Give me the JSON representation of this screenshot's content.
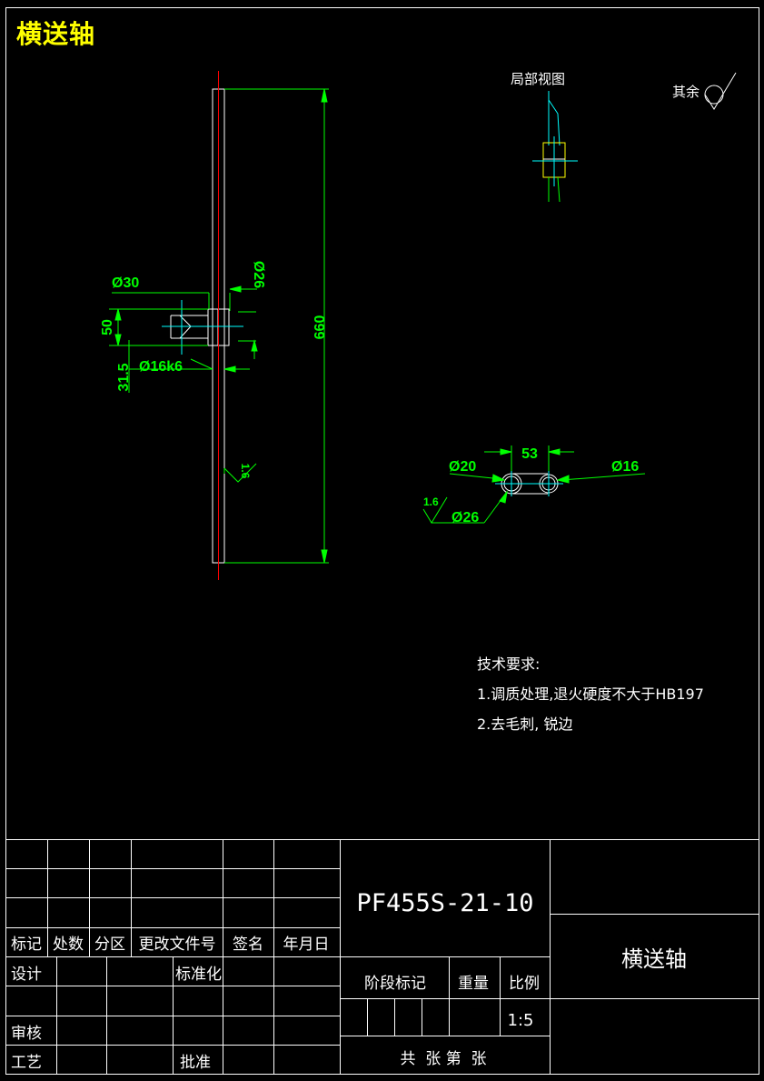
{
  "drawing_title": "横送轴",
  "detail_view_label": "局部视图",
  "surface_finish_note": "其余",
  "dimensions": {
    "dia_30": "Ø30",
    "dia_26_top": "Ø26",
    "len_50": "50",
    "len_31_5": "31.5",
    "dia_16k6": "Ø16k6",
    "len_660": "660",
    "roughness_1_6_shaft": "1.6",
    "spacing_53": "53",
    "dia_20": "Ø20",
    "dia_16_right": "Ø16",
    "roughness_1_6_section": "1.6",
    "dia_26_bottom": "Ø26"
  },
  "tech_requirements": {
    "heading": "技术要求:",
    "item1": "1.调质处理,退火硬度不大于HB197",
    "item2": "2.去毛刺, 锐边"
  },
  "title_block": {
    "headers": [
      "标记",
      "处数",
      "分区",
      "更改文件号",
      "签名",
      "年月日"
    ],
    "design": "设计",
    "standardize": "标准化",
    "review": "审核",
    "process": "工艺",
    "approve": "批准",
    "drawing_number": "PF455S-21-10",
    "stage_mark": "阶段标记",
    "weight": "重量",
    "scale_label": "比例",
    "scale_value": "1:5",
    "sheets": "共  张 第  张",
    "part_name": "横送轴"
  },
  "colors": {
    "background": "#000000",
    "frame": "#ffffff",
    "dimension": "#00ff00",
    "centerline": "#ff0000",
    "aux": "#00ffff",
    "title": "#ffff00"
  }
}
